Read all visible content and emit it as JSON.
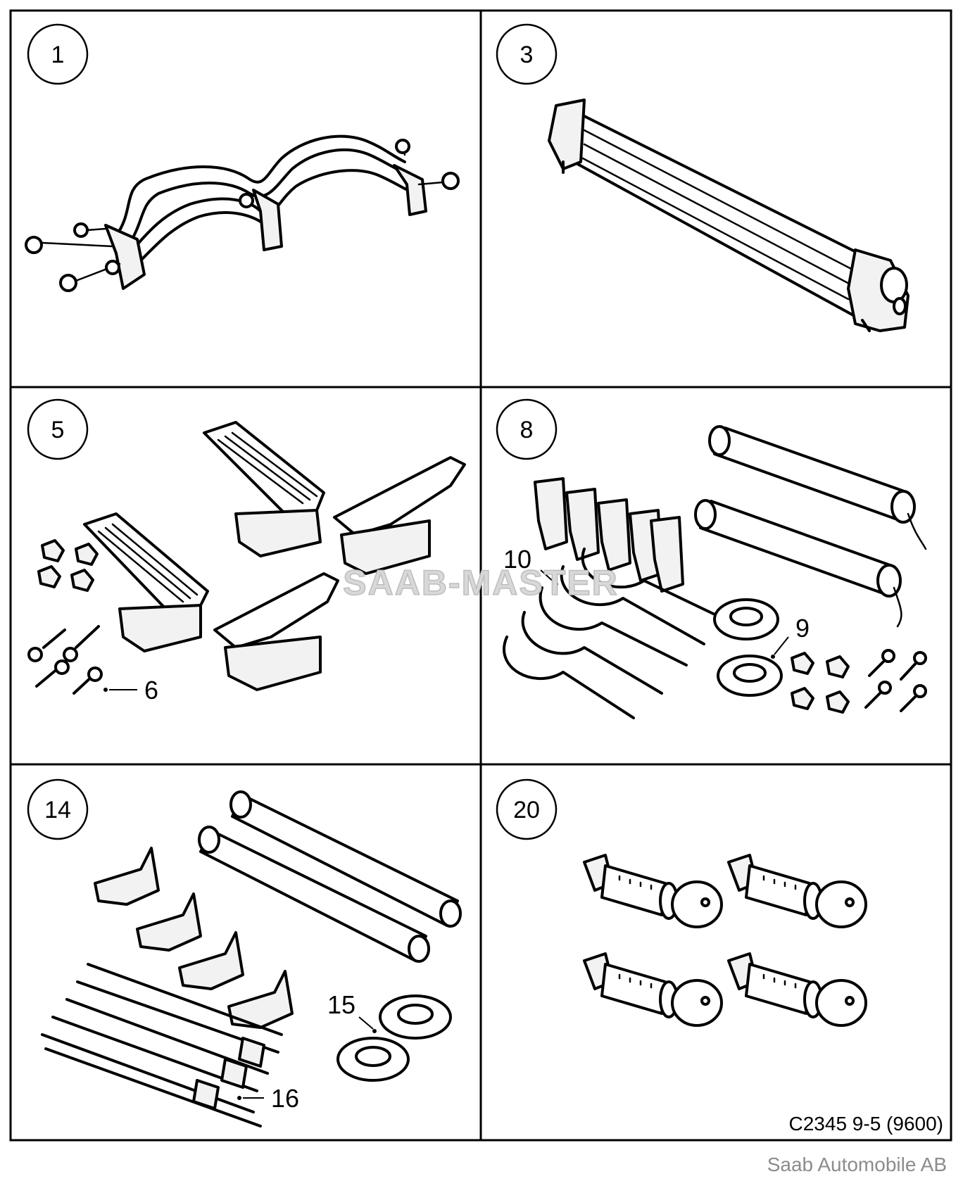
{
  "panels": [
    {
      "number": "1"
    },
    {
      "number": "3"
    },
    {
      "number": "5"
    },
    {
      "number": "8"
    },
    {
      "number": "14"
    },
    {
      "number": "20"
    }
  ],
  "callouts": {
    "c6": "6",
    "c9": "9",
    "c10": "10",
    "c15": "15",
    "c16": "16"
  },
  "watermark": "SAAB-MASTER",
  "figure_code": "C2345 9-5 (9600)",
  "copyright": "Saab Automobile AB"
}
